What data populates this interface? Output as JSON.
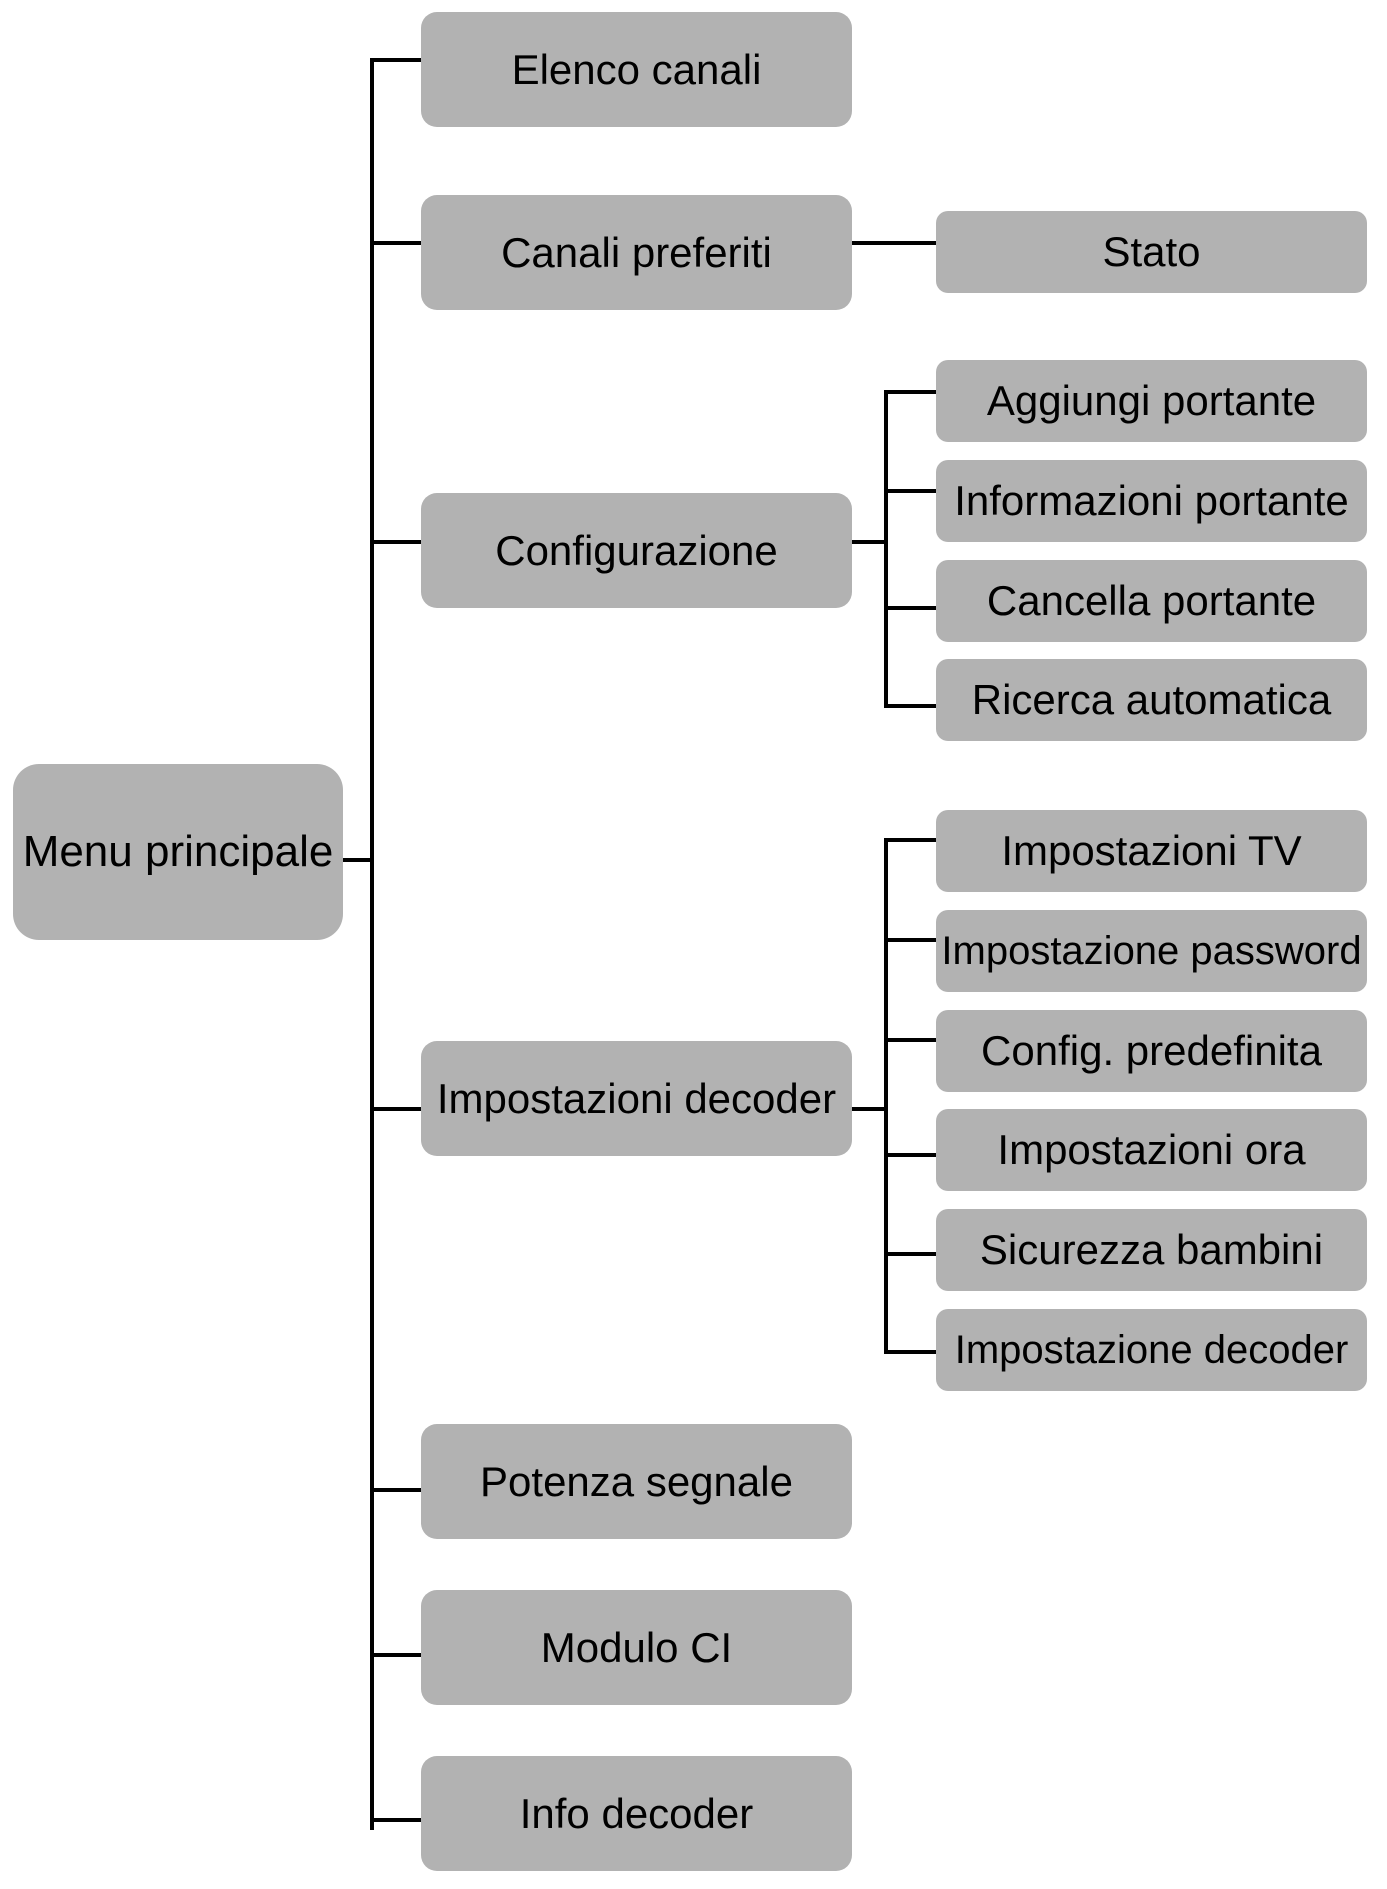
{
  "root": {
    "label": "Menu principale"
  },
  "main_items": [
    {
      "label": "Elenco canali",
      "children": []
    },
    {
      "label": "Canali preferiti",
      "children": [
        "Stato"
      ]
    },
    {
      "label": "Configurazione",
      "children": [
        "Aggiungi portante",
        "Informazioni portante",
        "Cancella portante",
        "Ricerca automatica"
      ]
    },
    {
      "label": "Impostazioni decoder",
      "children": [
        "Impostazioni TV",
        "Impostazione password",
        "Config. predefinita",
        "Impostazioni ora",
        "Sicurezza bambini",
        "Impostazione decoder"
      ]
    },
    {
      "label": "Potenza segnale",
      "children": []
    },
    {
      "label": "Modulo CI",
      "children": []
    },
    {
      "label": "Info decoder",
      "children": []
    }
  ],
  "colors": {
    "node_fill": "#b2b2b2",
    "connector": "#000000",
    "text": "#000000",
    "background": "#ffffff"
  }
}
